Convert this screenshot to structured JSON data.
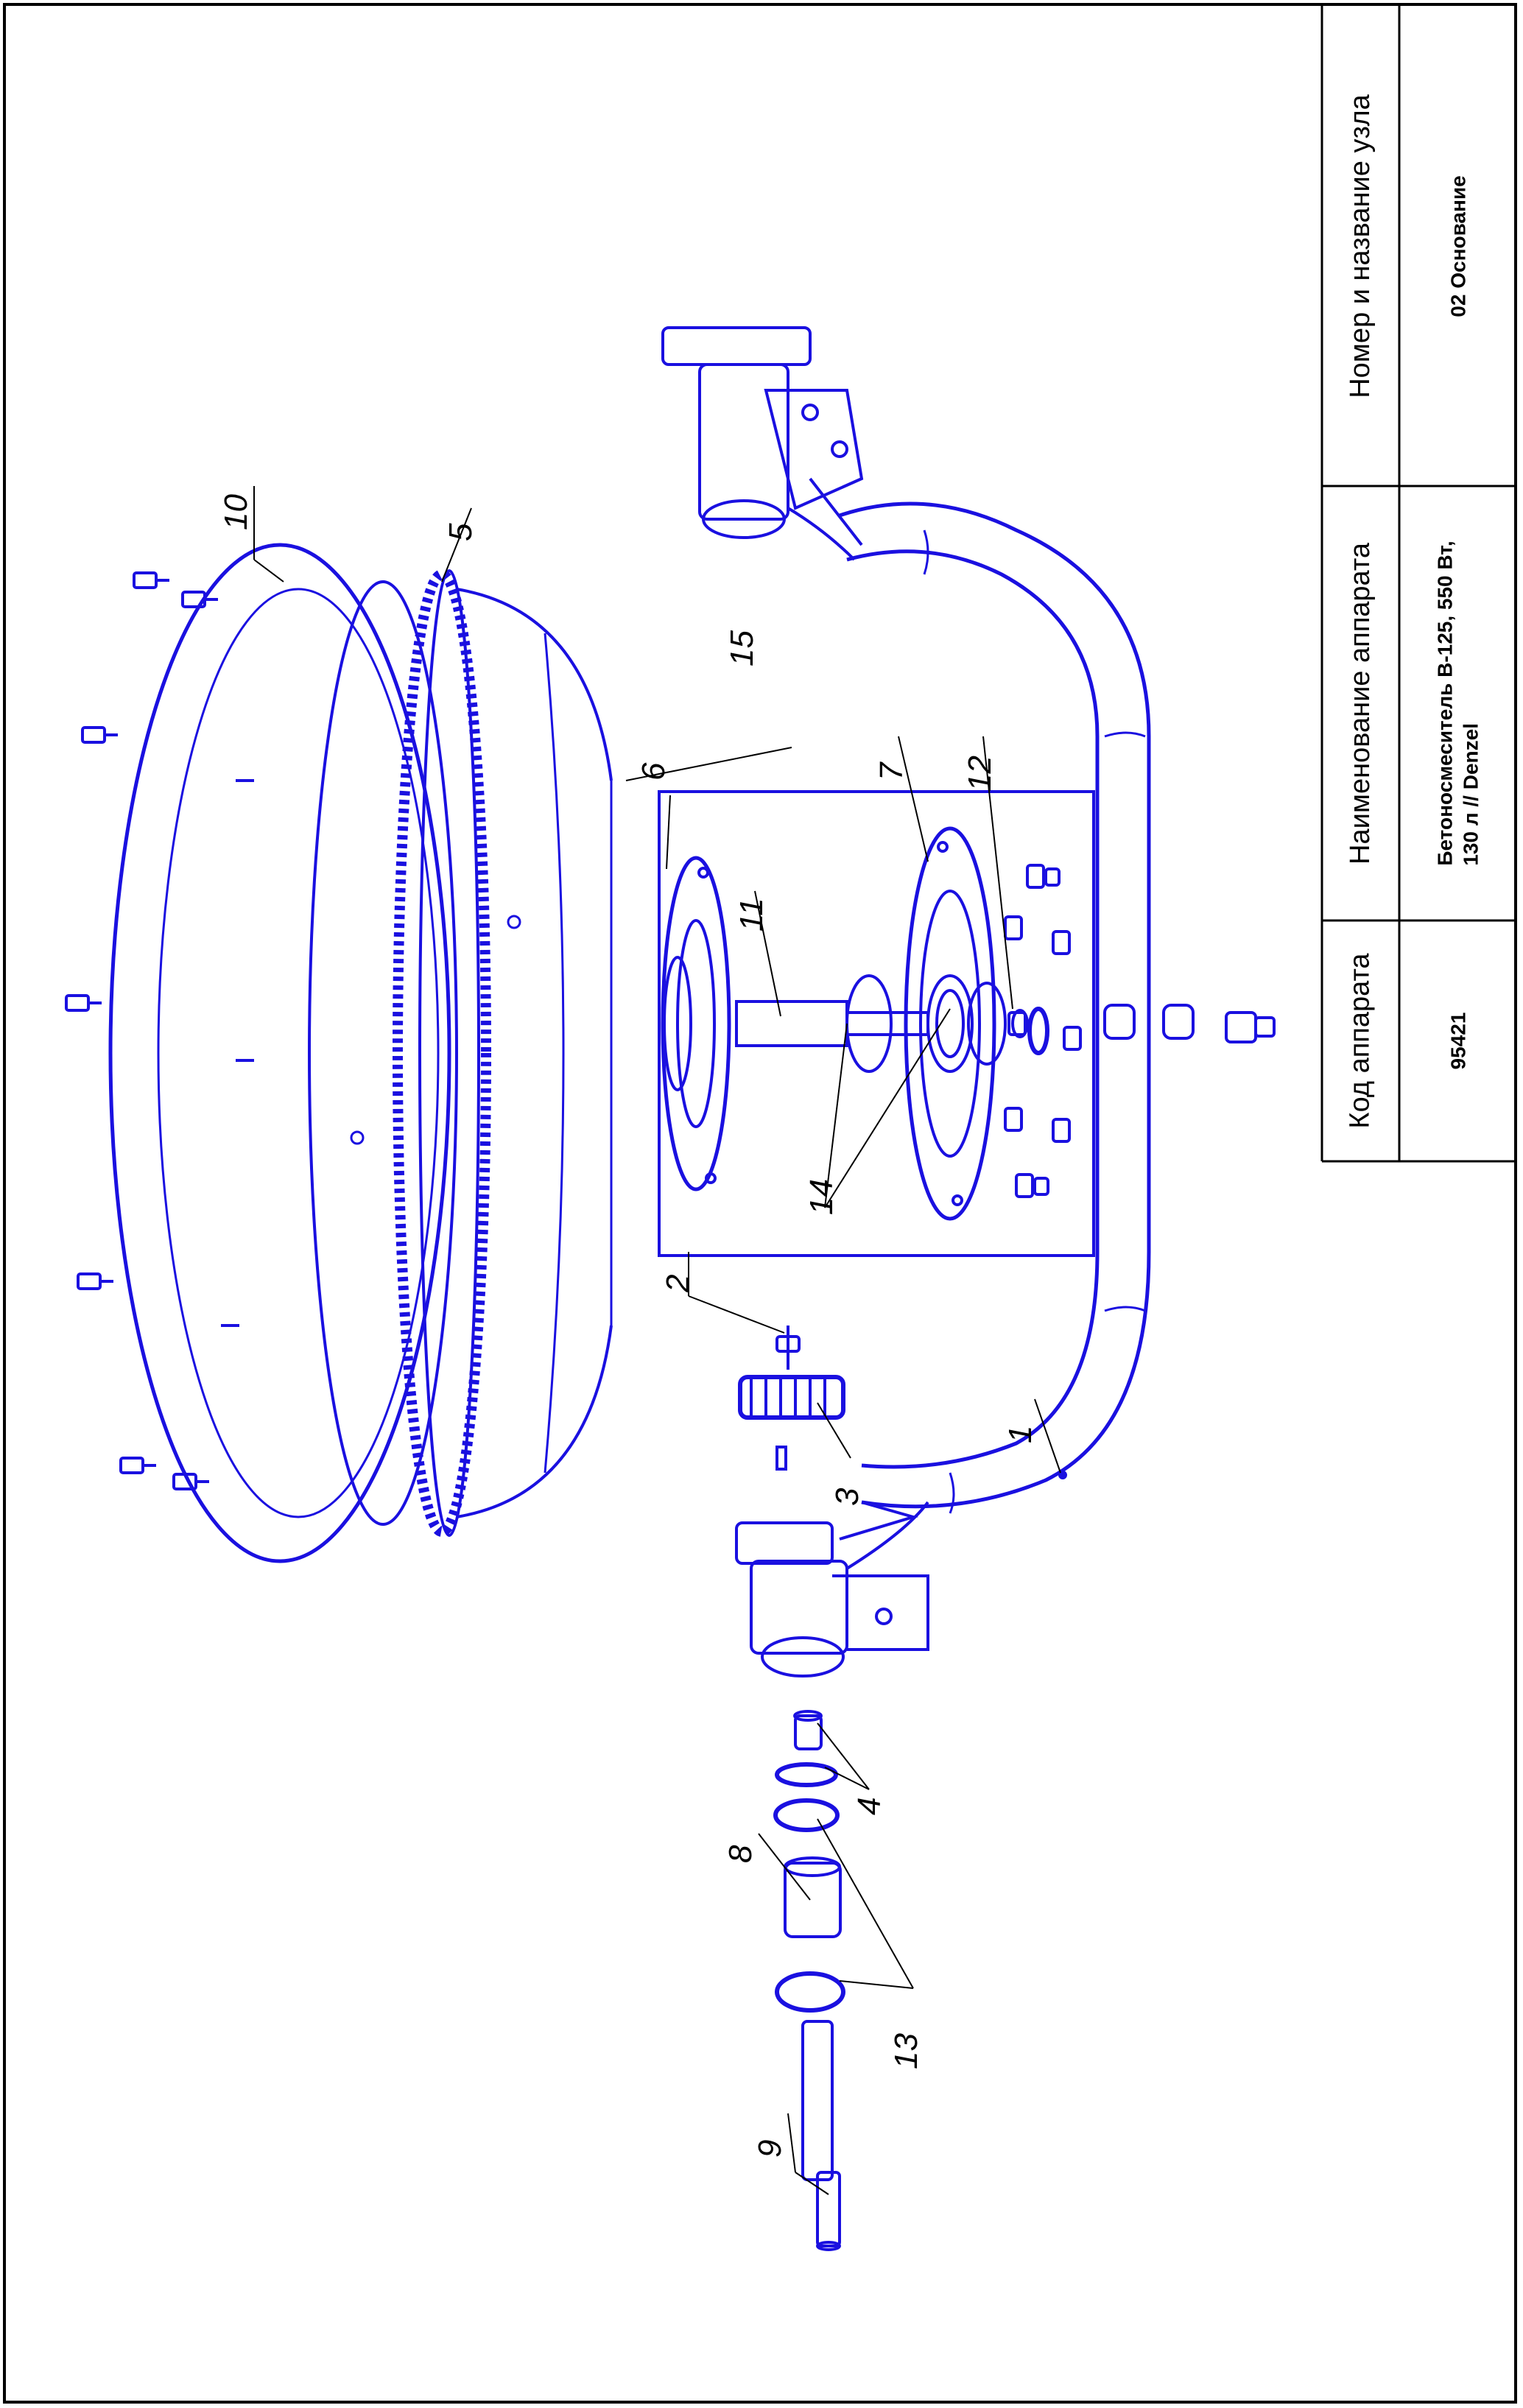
{
  "title_block": {
    "col_code": "Код аппарата",
    "col_name": "Наименование аппарата",
    "col_unit": "Номер и название узла",
    "code": "95421",
    "name_line1": "Бетоносмеситель  В-125, 550 Вт,",
    "name_line2": "130 л // Denzel",
    "unit": "02 Основание"
  },
  "callouts": {
    "c1": "1",
    "c2": "2",
    "c3": "3",
    "c4": "4",
    "c5": "5",
    "c6": "6",
    "c7": "7",
    "c8": "8",
    "c9": "9",
    "c10": "10",
    "c11": "11",
    "c12": "12",
    "c13": "13",
    "c14": "14",
    "c15": "15"
  },
  "colors": {
    "line": "#1a10e0",
    "ink": "#000000"
  }
}
